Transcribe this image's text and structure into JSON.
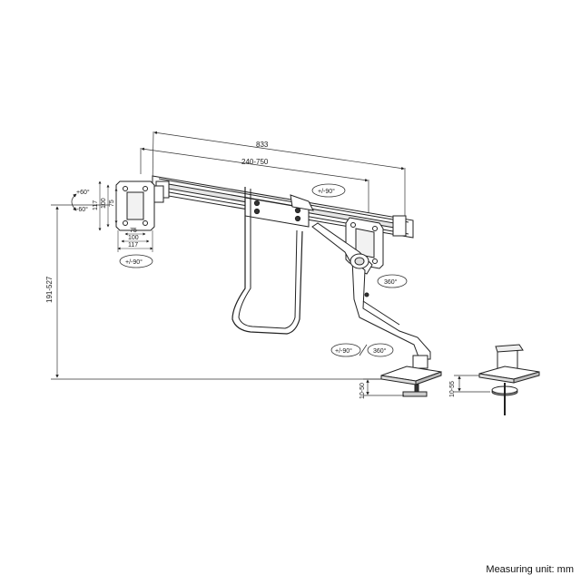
{
  "dimensions": {
    "overall_width": "833",
    "beam_range": "240-750",
    "height_range": "191-527",
    "desk_clamp": "10-50",
    "grommet": "10-55",
    "vesa_117": "117",
    "vesa_100": "100",
    "vesa_75": "75",
    "vesa_75_h": "75",
    "vesa_100_h": "100",
    "vesa_117_h": "117"
  },
  "rotations": {
    "tilt_up": "+60°",
    "tilt_down": "-60°",
    "rotate_vesa": "+/-90°",
    "rotate_beam": "+/-90°",
    "swivel_elbow": "360°",
    "rotate_base": "+/-90°",
    "swivel_base": "360°"
  },
  "footer": {
    "measuring_unit": "Measuring unit: mm"
  }
}
